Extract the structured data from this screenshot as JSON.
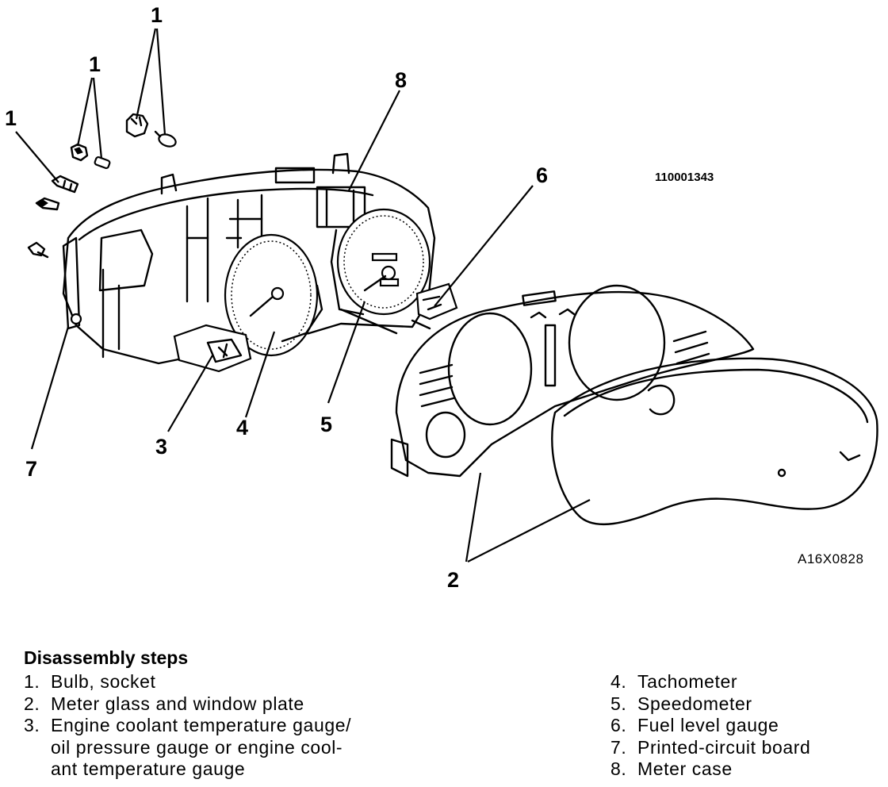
{
  "diagram": {
    "callouts": [
      "1",
      "1",
      "1",
      "2",
      "3",
      "4",
      "5",
      "6",
      "7",
      "8"
    ],
    "part_code": "110001343",
    "figure_code": "A16X0828"
  },
  "legend": {
    "title": "Disassembly steps",
    "left": [
      {
        "num": "1.",
        "lines": [
          "Bulb, socket"
        ]
      },
      {
        "num": "2.",
        "lines": [
          "Meter glass and window plate"
        ]
      },
      {
        "num": "3.",
        "lines": [
          "Engine coolant temperature gauge/",
          "oil pressure gauge or engine cool-",
          "ant temperature gauge"
        ]
      }
    ],
    "right": [
      {
        "num": "4.",
        "lines": [
          "Tachometer"
        ]
      },
      {
        "num": "5.",
        "lines": [
          "Speedometer"
        ]
      },
      {
        "num": "6.",
        "lines": [
          "Fuel level gauge"
        ]
      },
      {
        "num": "7.",
        "lines": [
          "Printed-circuit board"
        ]
      },
      {
        "num": "8.",
        "lines": [
          "Meter case"
        ]
      }
    ]
  }
}
